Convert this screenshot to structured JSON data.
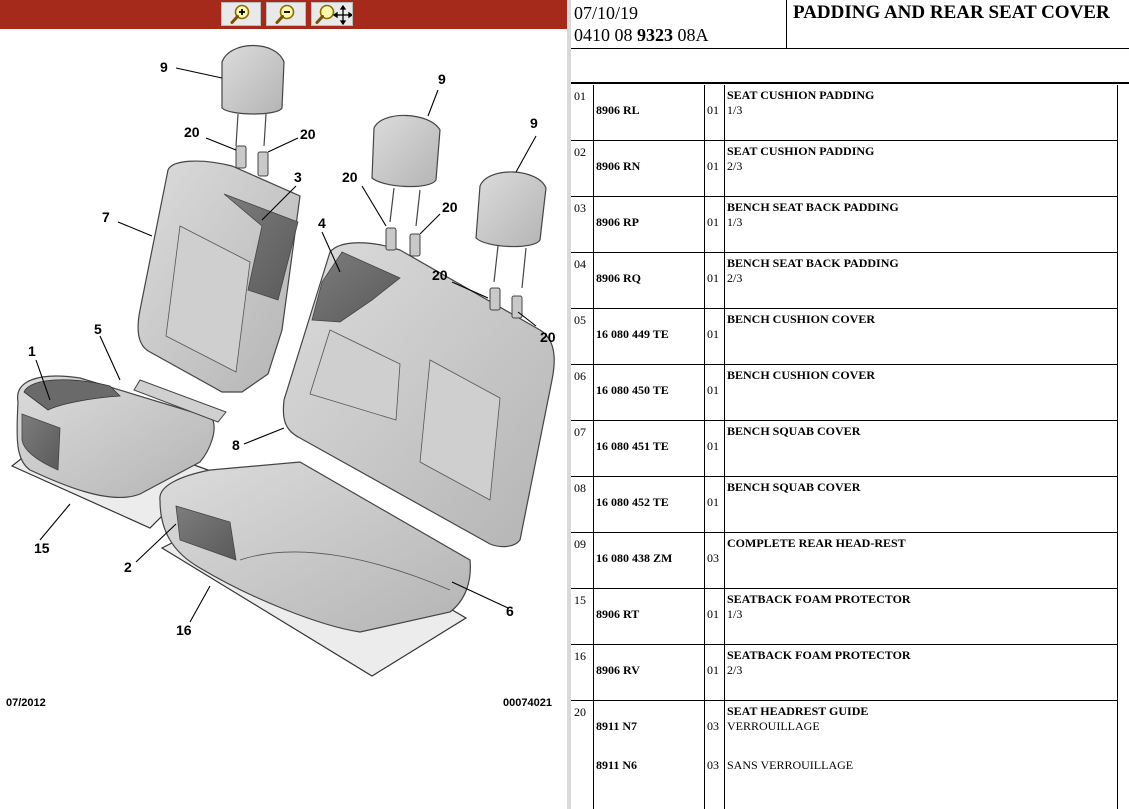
{
  "toolbar": {
    "zoom_in_icon": "zoom-in-icon",
    "zoom_out_icon": "zoom-out-icon",
    "zoom_pan_icon": "zoom-pan-icon",
    "bar_color": "#a52a1c"
  },
  "diagram": {
    "callouts": [
      "9",
      "9",
      "9",
      "20",
      "20",
      "20",
      "20",
      "20",
      "20",
      "3",
      "7",
      "4",
      "1",
      "5",
      "8",
      "15",
      "2",
      "6",
      "16"
    ],
    "date_code": "07/2012",
    "image_ref": "00074021"
  },
  "header": {
    "date": "07/10/19",
    "code_prefix": "0410 08 ",
    "code_bold": "9323",
    "code_suffix": " 08A",
    "title": "PADDING AND REAR SEAT COVER"
  },
  "parts": [
    {
      "ref": "01",
      "part": "8906 RL",
      "qty": "01",
      "desc": "SEAT CUSHION PADDING",
      "note": "1/3"
    },
    {
      "ref": "02",
      "part": "8906 RN",
      "qty": "01",
      "desc": "SEAT CUSHION PADDING",
      "note": "2/3"
    },
    {
      "ref": "03",
      "part": "8906 RP",
      "qty": "01",
      "desc": "BENCH SEAT BACK PADDING",
      "note": "1/3"
    },
    {
      "ref": "04",
      "part": "8906 RQ",
      "qty": "01",
      "desc": "BENCH SEAT BACK PADDING",
      "note": "2/3"
    },
    {
      "ref": "05",
      "part": "16 080 449 TE",
      "qty": "01",
      "desc": "BENCH CUSHION COVER",
      "note": ""
    },
    {
      "ref": "06",
      "part": "16 080 450 TE",
      "qty": "01",
      "desc": "BENCH CUSHION COVER",
      "note": ""
    },
    {
      "ref": "07",
      "part": "16 080 451 TE",
      "qty": "01",
      "desc": "BENCH SQUAB COVER",
      "note": ""
    },
    {
      "ref": "08",
      "part": "16 080 452 TE",
      "qty": "01",
      "desc": "BENCH SQUAB COVER",
      "note": ""
    },
    {
      "ref": "09",
      "part": "16 080 438 ZM",
      "qty": "03",
      "desc": "COMPLETE REAR HEAD-REST",
      "note": ""
    },
    {
      "ref": "15",
      "part": "8906 RT",
      "qty": "01",
      "desc": "SEATBACK FOAM PROTECTOR",
      "note": "1/3"
    },
    {
      "ref": "16",
      "part": "8906 RV",
      "qty": "01",
      "desc": "SEATBACK FOAM PROTECTOR",
      "note": "2/3"
    },
    {
      "ref": "20",
      "part": "8911 N7",
      "qty": "03",
      "desc": "SEAT HEADREST GUIDE",
      "note": "VERROUILLAGE",
      "part2": "8911 N6",
      "qty2": "03",
      "note2": "SANS VERROUILLAGE"
    }
  ]
}
